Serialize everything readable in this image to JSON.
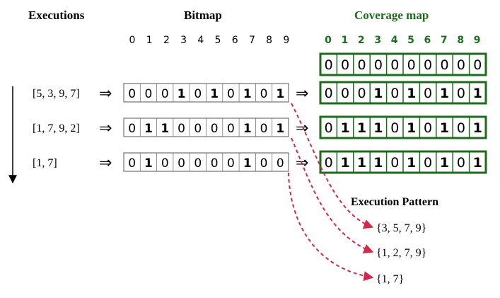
{
  "headers": {
    "executions": "Executions",
    "bitmap": "Bitmap",
    "coverage_map": "Coverage map",
    "execution_pattern": "Execution Pattern"
  },
  "index_labels": [
    "0",
    "1",
    "2",
    "3",
    "4",
    "5",
    "6",
    "7",
    "8",
    "9"
  ],
  "coverage_initial": [
    0,
    0,
    0,
    0,
    0,
    0,
    0,
    0,
    0,
    0
  ],
  "rows": [
    {
      "execution": "[5, 3, 9, 7]",
      "bitmap": [
        0,
        0,
        0,
        1,
        0,
        1,
        0,
        1,
        0,
        1
      ],
      "coverage": [
        0,
        0,
        0,
        1,
        0,
        1,
        0,
        1,
        0,
        1
      ]
    },
    {
      "execution": "[1, 7, 9, 2]",
      "bitmap": [
        0,
        1,
        1,
        0,
        0,
        0,
        0,
        1,
        0,
        1
      ],
      "coverage": [
        0,
        1,
        1,
        1,
        0,
        1,
        0,
        1,
        0,
        1
      ]
    },
    {
      "execution": "[1, 7]",
      "bitmap": [
        0,
        1,
        0,
        0,
        0,
        0,
        0,
        1,
        0,
        0
      ],
      "coverage": [
        0,
        1,
        1,
        1,
        0,
        1,
        0,
        1,
        0,
        1
      ]
    }
  ],
  "patterns": [
    "{3, 5, 7, 9}",
    "{1, 2, 7, 9}",
    "{1, 7}"
  ],
  "colors": {
    "coverage": "#1e6b1e",
    "dashed_arrow": "#d6294a",
    "text": "#000000"
  }
}
